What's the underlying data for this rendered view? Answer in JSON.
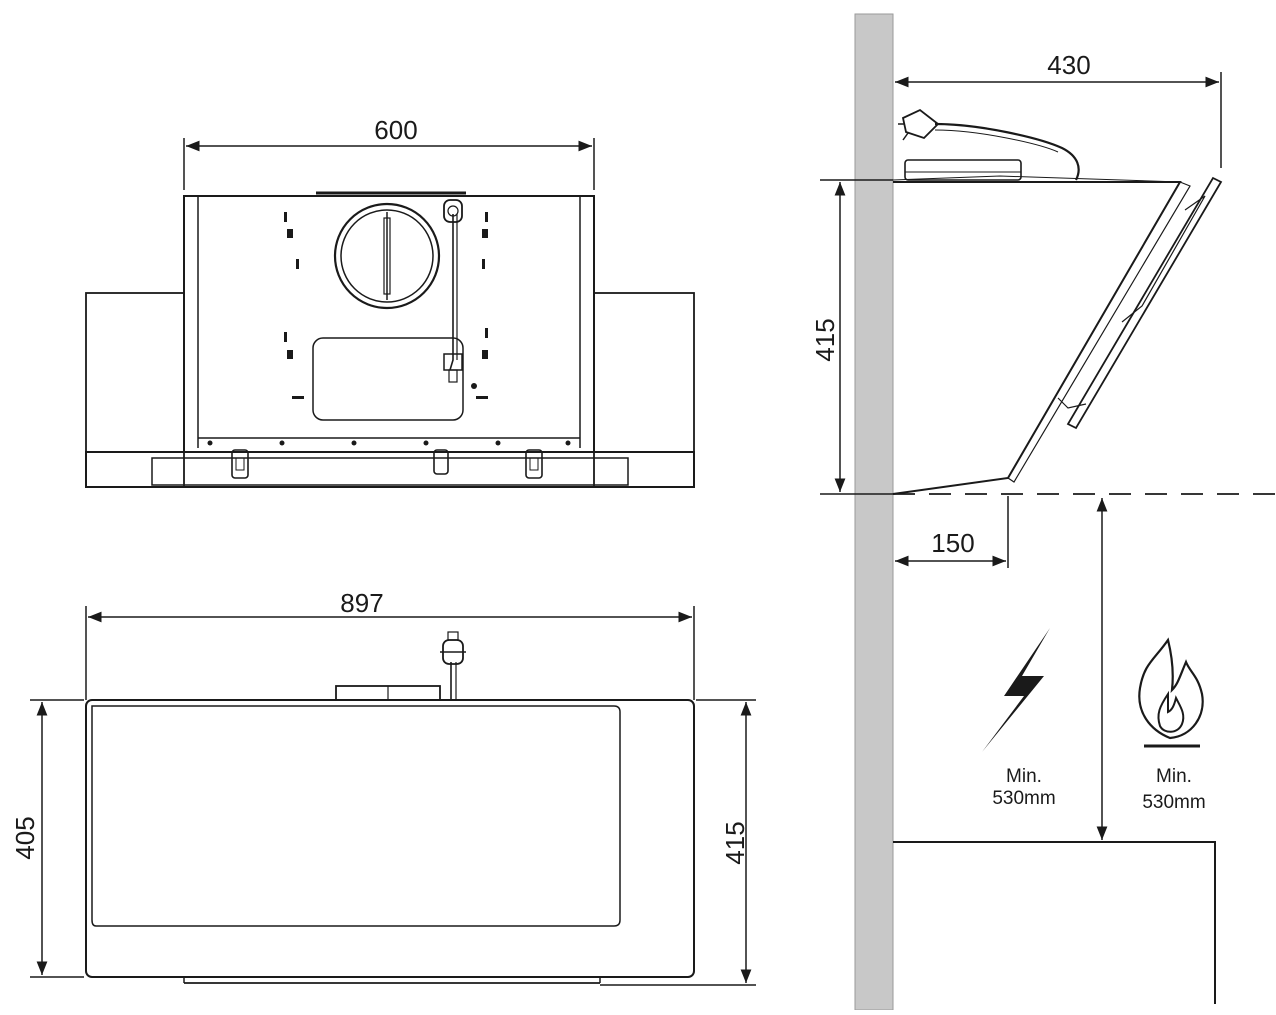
{
  "dimensions": {
    "top_view_width": "600",
    "front_width": "897",
    "front_height_left": "405",
    "front_height_right": "415",
    "side_depth": "430",
    "side_height": "415",
    "side_clearance": "150"
  },
  "warnings": {
    "electric": {
      "line1": "Min.",
      "line2": "530mm"
    },
    "gas": {
      "line1": "Min.",
      "line2": "530mm"
    }
  },
  "colors": {
    "line": "#1a1a1a",
    "wall": "#c8c8c8"
  }
}
